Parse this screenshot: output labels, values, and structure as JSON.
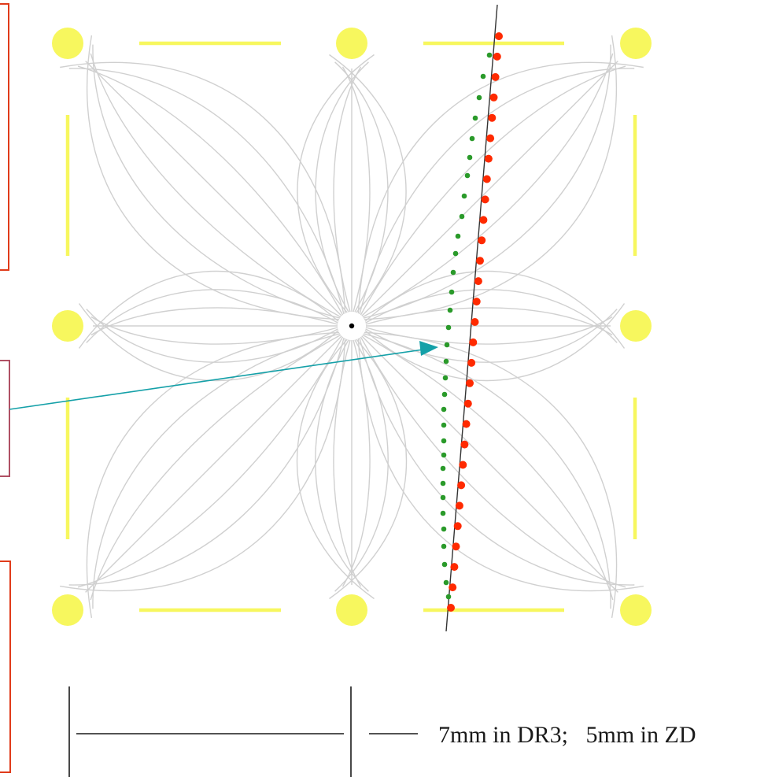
{
  "scale_label": "7mm in DR3;   5mm in ZD",
  "colors": {
    "wire": "#f7f75e",
    "field_line": "#d0d0d0",
    "ionization_near": "#2a9a2a",
    "ionization_far": "#ff2a00",
    "track": "#333333",
    "arrow": "#14a0a8",
    "frame_box": "#e03b1a",
    "mid_box": "#b05064",
    "sense_wire": "#000000"
  },
  "legend_boxes": [
    "top-left callout",
    "middle-left callout",
    "bottom-left callout"
  ],
  "elements": [
    "field wires",
    "sense wire",
    "drift field lines",
    "charged track",
    "primary ionization clusters",
    "drift-time isochrone points",
    "arrow",
    "scale bar"
  ]
}
